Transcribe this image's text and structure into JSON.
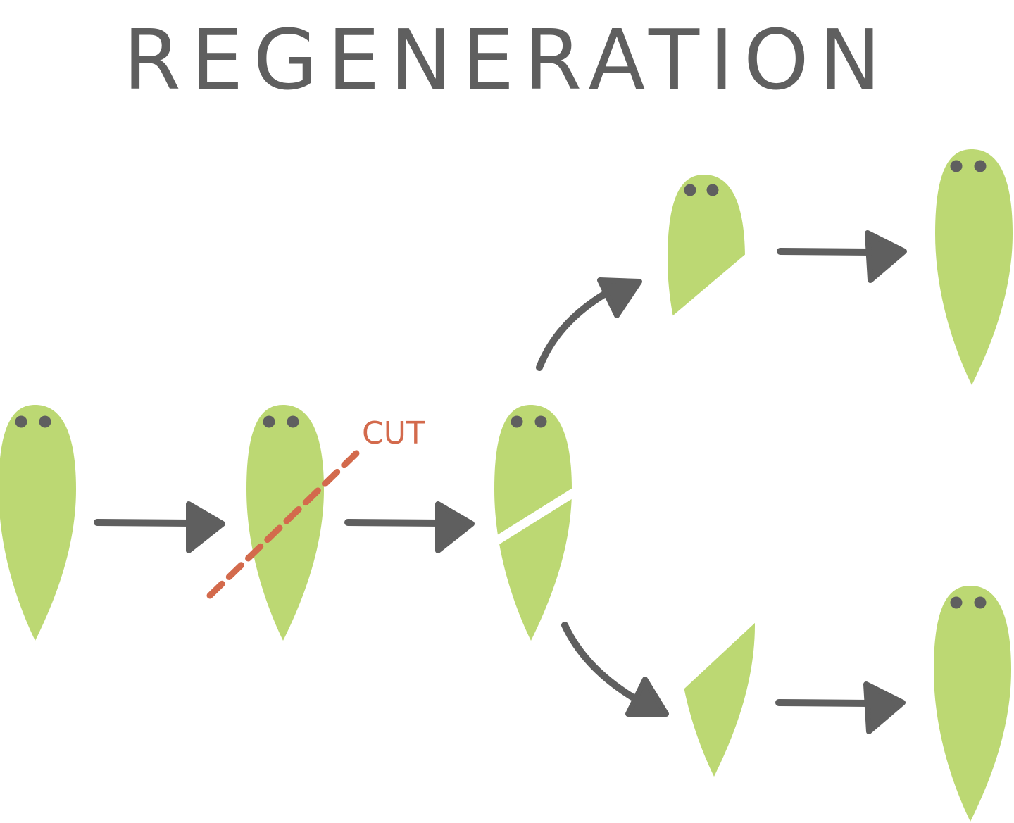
{
  "title": "REGENERATION",
  "cut_label": "CUT",
  "colors": {
    "body": "#bcd873",
    "eye": "#5f5f5f",
    "arrow": "#5f5f5f",
    "cut": "#d36a4c",
    "title": "#5f5f5f",
    "background": "#ffffff"
  },
  "icons": [
    "planarian",
    "arrow",
    "curved-arrow",
    "dashed-cut-line"
  ]
}
